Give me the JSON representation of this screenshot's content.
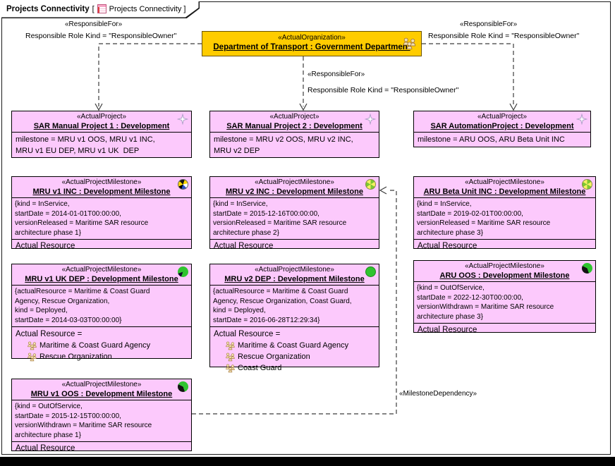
{
  "frame": {
    "title": "Projects Connectivity",
    "bracket": "[",
    "diagram_name": "Projects Connectivity ]"
  },
  "colors": {
    "org_fill": "#FFCC00",
    "node_fill": "#FCC9FC",
    "line": "#3C3C3C",
    "frame_line": "#1A1A1A",
    "icon_green": "#2FC42F"
  },
  "organization": {
    "stereotype": "«ActualOrganization»",
    "name": "Department of Transport : Government Department"
  },
  "connectors": {
    "left": {
      "stereotype": "«ResponsibleFor»",
      "role_kind": "Responsible Role Kind = \"ResponsibleOwner\""
    },
    "middle": {
      "stereotype": "«ResponsibleFor»",
      "role_kind": "Responsible Role Kind = \"ResponsibleOwner\""
    },
    "right": {
      "stereotype": "«ResponsibleFor»",
      "role_kind": "Responsible Role Kind = \"ResponsibleOwner\""
    },
    "dependency": {
      "stereotype": "«MilestoneDependency»"
    }
  },
  "projects": {
    "p1": {
      "stereotype": "«ActualProject»",
      "name": "SAR Manual Project 1 : Development",
      "attributes": "milestone = MRU v1 OOS, MRU v1 INC,\nMRU v1 EU DEP, MRU v1 UK  DEP"
    },
    "p2": {
      "stereotype": "«ActualProject»",
      "name": "SAR Manual Project 2 : Development",
      "attributes": "milestone = MRU v2 OOS, MRU v2 INC,\nMRU v2 DEP"
    },
    "p3": {
      "stereotype": "«ActualProject»",
      "name": "SAR AutomationProject : Development",
      "attributes": "milestone = ARU OOS, ARU Beta Unit INC"
    }
  },
  "milestones": {
    "mru_v1_inc": {
      "stereotype": "«ActualProjectMilestone»",
      "name": "MRU v1 INC : Development Milestone",
      "constraints": "{kind = InService,\nstartDate = 2014-01-01T00:00:00,\nversionReleased = Maritime SAR resource\narchitecture phase 1}",
      "compartment": "Actual Resource"
    },
    "mru_v2_inc": {
      "stereotype": "«ActualProjectMilestone»",
      "name": "MRU v2 INC : Development Milestone",
      "constraints": "{kind = InService,\nstartDate = 2015-12-16T00:00:00,\nversionReleased = Maritime SAR resource\narchitecture phase 2}",
      "compartment": "Actual Resource"
    },
    "aru_beta_inc": {
      "stereotype": "«ActualProjectMilestone»",
      "name": "ARU Beta Unit INC : Development Milestone",
      "constraints": "{kind = InService,\nstartDate = 2019-02-01T00:00:00,\nversionReleased = Maritime SAR resource\narchitecture phase 3}",
      "compartment": "Actual Resource"
    },
    "mru_v1_uk_dep": {
      "stereotype": "«ActualProjectMilestone»",
      "name": "MRU v1 UK  DEP : Development Milestone",
      "constraints": "{actualResource = Maritime & Coast Guard\nAgency, Rescue Organization,\nkind = Deployed,\nstartDate = 2014-03-03T00:00:00}",
      "compartment_label": "Actual Resource =",
      "resources": [
        "Maritime & Coast Guard Agency",
        "Rescue Organization"
      ]
    },
    "mru_v2_dep": {
      "stereotype": "«ActualProjectMilestone»",
      "name": "MRU v2 DEP : Development Milestone",
      "constraints": "{actualResource = Maritime & Coast Guard\nAgency, Rescue Organization, Coast Guard,\nkind = Deployed,\nstartDate = 2016-06-28T12:29:34}",
      "compartment_label": "Actual Resource =",
      "resources": [
        "Maritime & Coast Guard Agency",
        "Rescue Organization",
        "Coast Guard"
      ]
    },
    "aru_oos": {
      "stereotype": "«ActualProjectMilestone»",
      "name": "ARU OOS : Development Milestone",
      "constraints": "{kind = OutOfService,\nstartDate = 2022-12-30T00:00:00,\nversionWithdrawn = Maritime SAR resource\narchitecture phase 3}",
      "compartment": "Actual Resource"
    },
    "mru_v1_oos": {
      "stereotype": "«ActualProjectMilestone»",
      "name": "MRU v1 OOS : Development Milestone",
      "constraints": "{kind = OutOfService,\nstartDate = 2015-12-15T00:00:00,\nversionWithdrawn = Maritime SAR resource\narchitecture phase 1}",
      "compartment": "Actual Resource"
    }
  }
}
